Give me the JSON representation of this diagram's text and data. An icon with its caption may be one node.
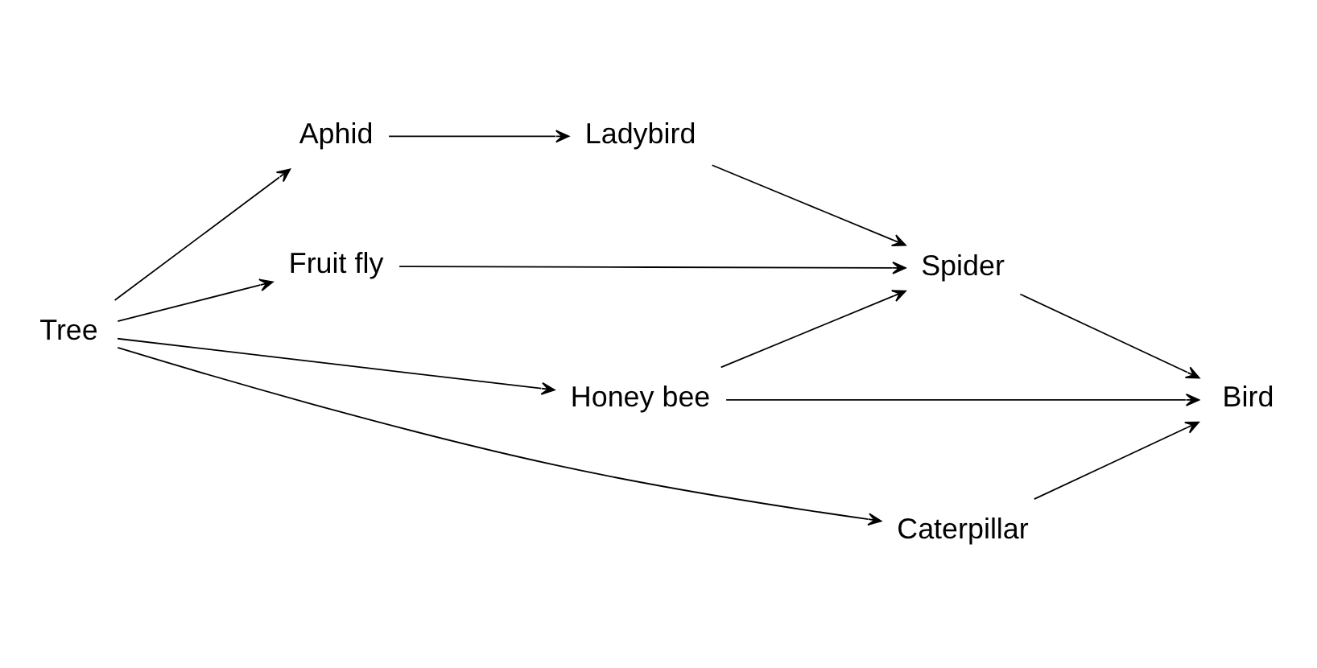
{
  "diagram": {
    "nodes": [
      {
        "text": [
          "Tree"
        ]
      },
      {
        "text": [
          "Aphid"
        ]
      },
      {
        "text": [
          "Fruit fly"
        ]
      },
      {
        "text": [
          "Honey bee"
        ]
      },
      {
        "text": [
          "Caterpillar"
        ]
      },
      {
        "text": [
          "Ladybird"
        ]
      },
      {
        "text": [
          "Spider"
        ]
      },
      {
        "text": [
          "Bird"
        ]
      }
    ],
    "edges": [
      {
        "from": 0,
        "to": 1,
        "arrow": "to"
      },
      {
        "from": 0,
        "to": 2,
        "arrow": "to"
      },
      {
        "from": 0,
        "to": 3,
        "arrow": "to"
      },
      {
        "from": 0,
        "to": 4,
        "arrow": "to"
      },
      {
        "from": 1,
        "to": 5,
        "arrow": "to"
      },
      {
        "from": 5,
        "to": 6,
        "arrow": "to"
      },
      {
        "from": 2,
        "to": 6,
        "arrow": "to"
      },
      {
        "from": 3,
        "to": 6,
        "arrow": "to"
      },
      {
        "from": 3,
        "to": 7,
        "arrow": "to"
      },
      {
        "from": 6,
        "to": 7,
        "arrow": "to"
      },
      {
        "from": 4,
        "to": 7,
        "arrow": "to"
      }
    ]
  }
}
